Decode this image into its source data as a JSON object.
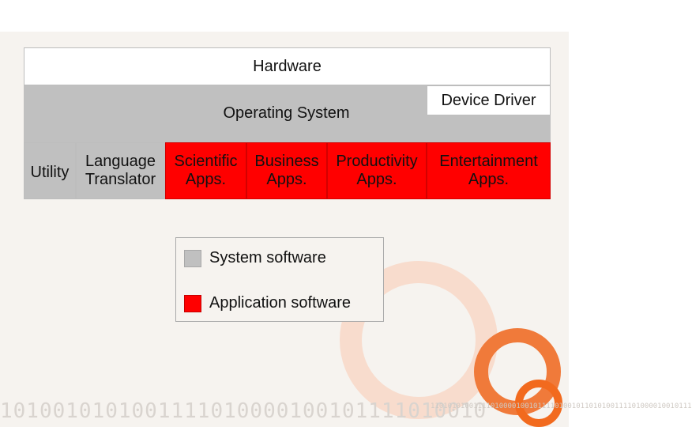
{
  "background": {
    "binary_big": "1010010101001111010000100101111010010",
    "binary_small": "1101010100111101000010010111101001011010100111101000010010111"
  },
  "diagram": {
    "hardware": "Hardware",
    "os": "Operating System",
    "device_driver": "Device Driver",
    "utility": "Utility",
    "language_translator": [
      "Language",
      "Translator"
    ],
    "scientific_apps": [
      "Scientific",
      "Apps."
    ],
    "business_apps": [
      "Business",
      "Apps."
    ],
    "productivity_apps": [
      "Productivity",
      "Apps."
    ],
    "entertainment_apps": [
      "Entertainment",
      "Apps."
    ]
  },
  "legend": {
    "system": "System software",
    "application": "Application software"
  },
  "colors": {
    "system_software": "#c0c0c0",
    "application_software": "#ff0000",
    "accent_orange": "#f26a1e"
  }
}
